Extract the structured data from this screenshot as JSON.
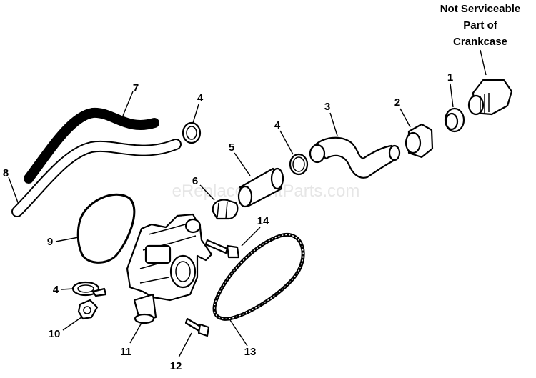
{
  "watermark": "eReplacementParts.com",
  "note": {
    "line1": "Not Serviceable",
    "line2": "Part of",
    "line3": "Crankcase"
  },
  "callouts": {
    "c1": "1",
    "c2": "2",
    "c3": "3",
    "c4a": "4",
    "c4b": "4",
    "c4c": "4",
    "c5": "5",
    "c6": "6",
    "c7": "7",
    "c8": "8",
    "c9": "9",
    "c10": "10",
    "c11": "11",
    "c12": "12",
    "c13": "13",
    "c14": "14"
  }
}
